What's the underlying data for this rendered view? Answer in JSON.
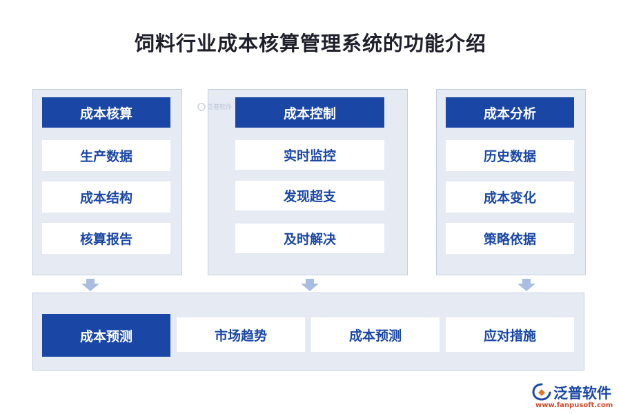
{
  "title": "饲料行业成本核算管理系统的功能介绍",
  "columns": [
    {
      "header": "成本核算",
      "items": [
        "生产数据",
        "成本结构",
        "核算报告"
      ]
    },
    {
      "header": "成本控制",
      "items": [
        "实时监控",
        "发现超支",
        "及时解决"
      ]
    },
    {
      "header": "成本分析",
      "items": [
        "历史数据",
        "成本变化",
        "策略依据"
      ]
    }
  ],
  "bottom": {
    "header": "成本预测",
    "items": [
      "市场趋势",
      "成本预测",
      "应对措施"
    ]
  },
  "brand": {
    "name": "泛普软件",
    "url": "www.fanpusoft.com",
    "watermark": "泛普软件"
  },
  "colors": {
    "accent": "#1a47a5",
    "panel": "#e6eaf3",
    "arrow": "#a9bde0"
  }
}
